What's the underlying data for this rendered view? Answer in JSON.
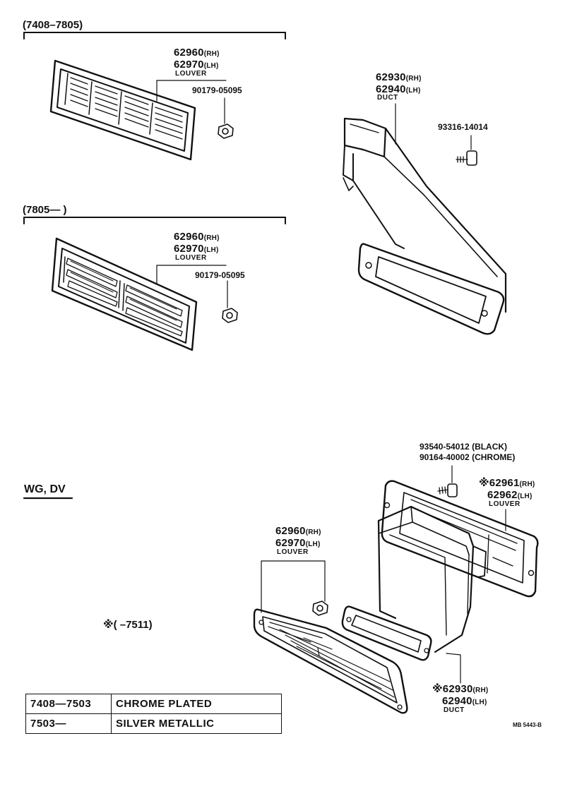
{
  "sections": {
    "early": "(7408–7805)",
    "late": "(7805—        )",
    "wgdv": "WG, DV",
    "note_range": "※(         –7511)"
  },
  "parts": {
    "louver_early": {
      "pn1": "62960",
      "side1": "(RH)",
      "pn2": "62970",
      "side2": "(LH)",
      "desc": "LOUVER"
    },
    "nut_early": "90179-05095",
    "louver_late": {
      "pn1": "62960",
      "side1": "(RH)",
      "pn2": "62970",
      "side2": "(LH)",
      "desc": "LOUVER"
    },
    "nut_late": "90179-05095",
    "duct_top": {
      "pn1": "62930",
      "side1": "(RH)",
      "pn2": "62940",
      "side2": "(LH)",
      "desc": "DUCT"
    },
    "screw_top": "93316-14014",
    "screws_wg": [
      "93540-54012 (BLACK)",
      "90164-40002 (CHROME)"
    ],
    "louver_wg_star": {
      "pn1": "※62961",
      "side1": "(RH)",
      "pn2": "62962",
      "side2": "(LH)",
      "desc": "LOUVER"
    },
    "louver_wg": {
      "pn1": "62960",
      "side1": "(RH)",
      "pn2": "62970",
      "side2": "(LH)",
      "desc": "LOUVER"
    },
    "duct_wg": {
      "pn1": "※62930",
      "side1": "(RH)",
      "pn2": "62940",
      "side2": "(LH)",
      "desc": "DUCT"
    }
  },
  "legend": [
    {
      "code": "7408—7503",
      "finish": "CHROME PLATED"
    },
    {
      "code": "7503—",
      "finish": "SILVER METALLIC"
    }
  ],
  "footer_code": "MB 5443-B"
}
